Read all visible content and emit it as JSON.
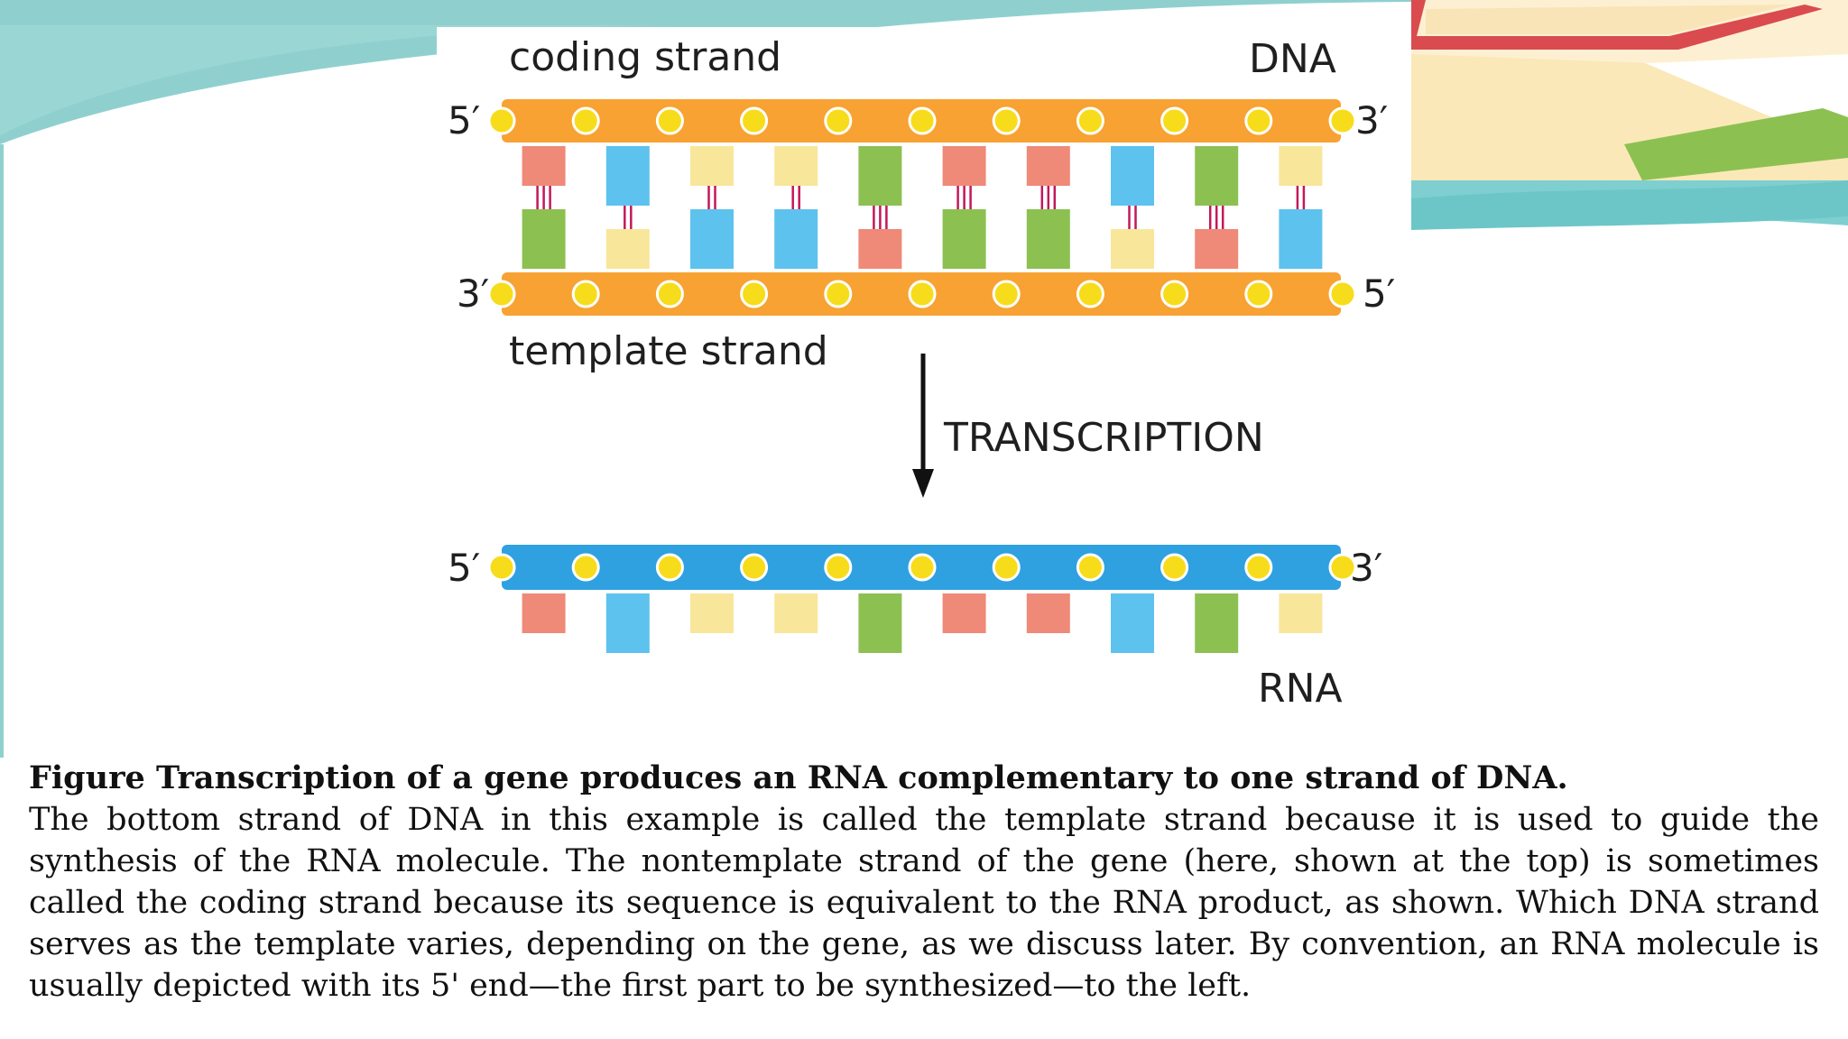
{
  "diagram": {
    "coding_strand_label": "coding strand",
    "dna_label": "DNA",
    "template_strand_label": "template strand",
    "transcription_label": "TRANSCRIPTION",
    "rna_label": "RNA",
    "coding_5prime": "5′",
    "coding_3prime": "3′",
    "template_3prime": "3′",
    "template_5prime": "5′",
    "rna_5prime": "5′",
    "rna_3prime": "3′",
    "base_colors": {
      "red": "#ef8a78",
      "blue": "#5ec2ee",
      "yellow": "#f8e69a",
      "green": "#8cc152"
    },
    "coding_bases": [
      "red",
      "blue",
      "yellow",
      "yellow",
      "green",
      "red",
      "red",
      "blue",
      "green",
      "yellow"
    ],
    "template_bases": [
      "green",
      "yellow",
      "blue",
      "blue",
      "red",
      "green",
      "green",
      "yellow",
      "red",
      "blue"
    ],
    "rna_bases": [
      "red",
      "blue",
      "yellow",
      "yellow",
      "green",
      "red",
      "red",
      "blue",
      "green",
      "yellow"
    ],
    "hbond_counts": [
      3,
      2,
      2,
      2,
      3,
      3,
      3,
      2,
      3,
      2
    ],
    "colors": {
      "dna_backbone": "#f7a233",
      "rna_backbone": "#2fa1e0",
      "phosphate": "#f7dc1c",
      "hbond": "#c2185b",
      "arrow": "#111111"
    }
  },
  "caption": {
    "title": "Figure Transcription of a gene produces an RNA complementary to one strand of DNA.",
    "body": "The bottom strand of DNA in this example is called the template strand because it is used to guide the synthesis of the RNA molecule. The nontemplate strand of the gene (here, shown at the top) is sometimes called the coding strand because its sequence is equivalent to the RNA product, as shown. Which DNA strand serves as the template varies, depending on the gene, as we discuss later. By convention, an RNA molecule is usually depicted with its 5' end—the first part to be synthesized—to the left."
  }
}
